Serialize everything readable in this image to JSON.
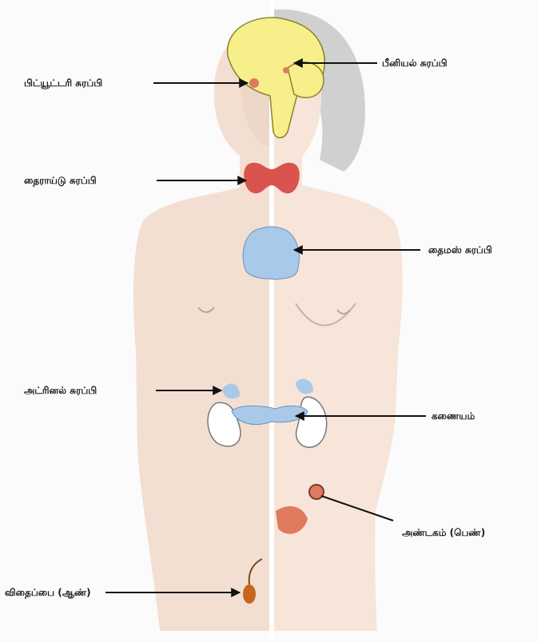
{
  "labels": {
    "pineal": "பீனியல் சுரப்பி",
    "pituitary": "பிட்யூட்டரி சுரப்பி",
    "thyroid": "தைராய்டு சுரப்பி",
    "thymus": "தைமஸ் சுரப்பி",
    "adrenal": "அட்ரினல் சுரப்பி",
    "pancreas": "கணையம்",
    "ovary": "அண்டகம் (பெண்)",
    "testis": "விதைப்பை (ஆண்)"
  },
  "colors": {
    "skin_male": "#f2ddd0",
    "skin_female": "#f6e4d6",
    "hair": "#c8c8c8",
    "brain": "#f7ef8a",
    "brain_stroke": "#8a8130",
    "thyroid": "#d9534f",
    "thymus": "#a9c9e8",
    "pancreas": "#a9c9e8",
    "ovary": "#e07a5f",
    "testis": "#c9651c",
    "kidney": "#ffffff",
    "leader_line": "#111111"
  }
}
